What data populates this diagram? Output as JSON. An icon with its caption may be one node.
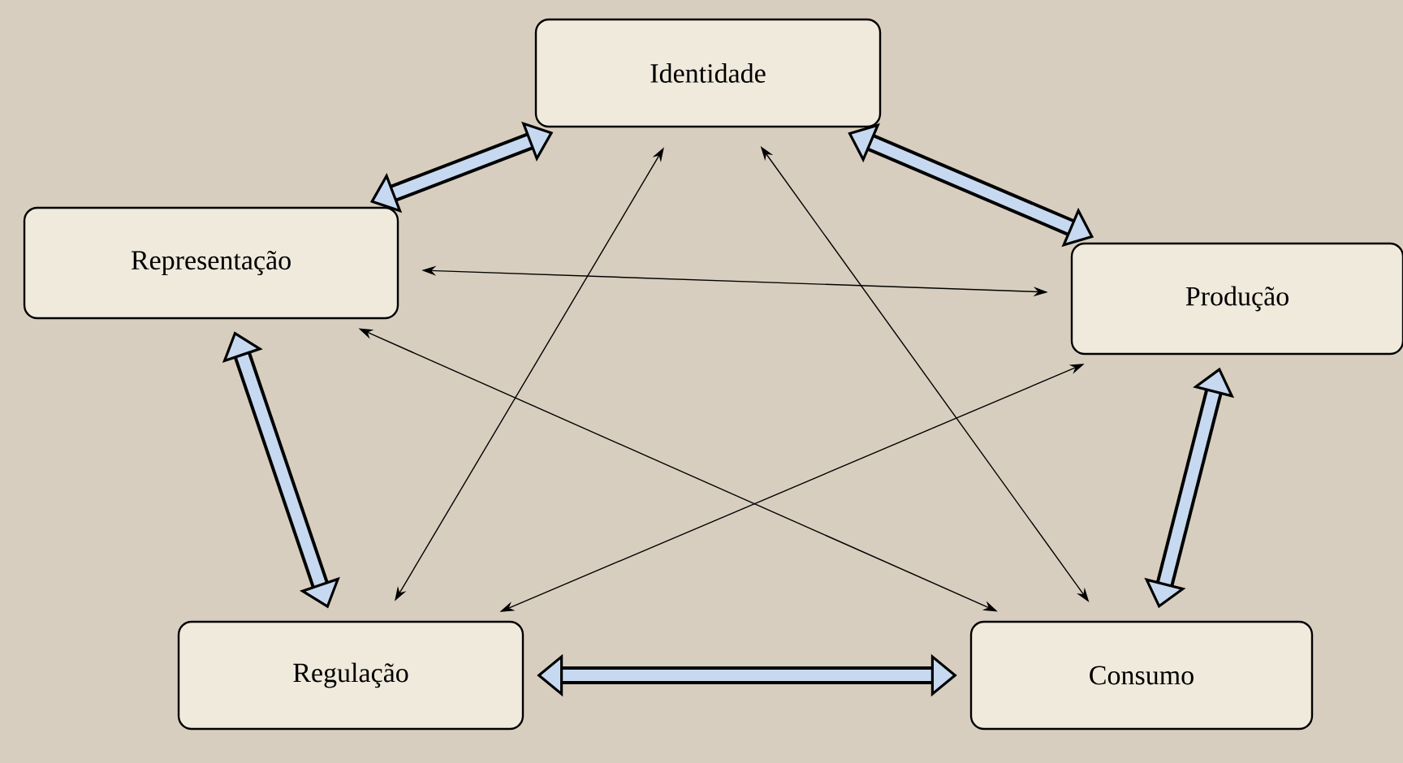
{
  "diagram": {
    "nodes": [
      {
        "text": [
          "Identidade"
        ]
      },
      {
        "text": [
          "Representação"
        ]
      },
      {
        "text": [
          "Produção"
        ]
      },
      {
        "text": [
          "Regulação"
        ]
      },
      {
        "text": [
          "Consumo"
        ]
      }
    ],
    "edges": [
      {
        "from": 0,
        "to": 1,
        "arrow": "both",
        "style": "thick"
      },
      {
        "from": 0,
        "to": 2,
        "arrow": "both",
        "style": "thick"
      },
      {
        "from": 1,
        "to": 3,
        "arrow": "both",
        "style": "thick"
      },
      {
        "from": 2,
        "to": 4,
        "arrow": "both",
        "style": "thick"
      },
      {
        "from": 3,
        "to": 4,
        "arrow": "both",
        "style": "thick"
      },
      {
        "from": 1,
        "to": 2,
        "arrow": "both"
      },
      {
        "from": 0,
        "to": 3,
        "arrow": "both"
      },
      {
        "from": 0,
        "to": 4,
        "arrow": "both"
      },
      {
        "from": 1,
        "to": 4,
        "arrow": "both"
      },
      {
        "from": 3,
        "to": 2,
        "arrow": "both"
      }
    ]
  }
}
